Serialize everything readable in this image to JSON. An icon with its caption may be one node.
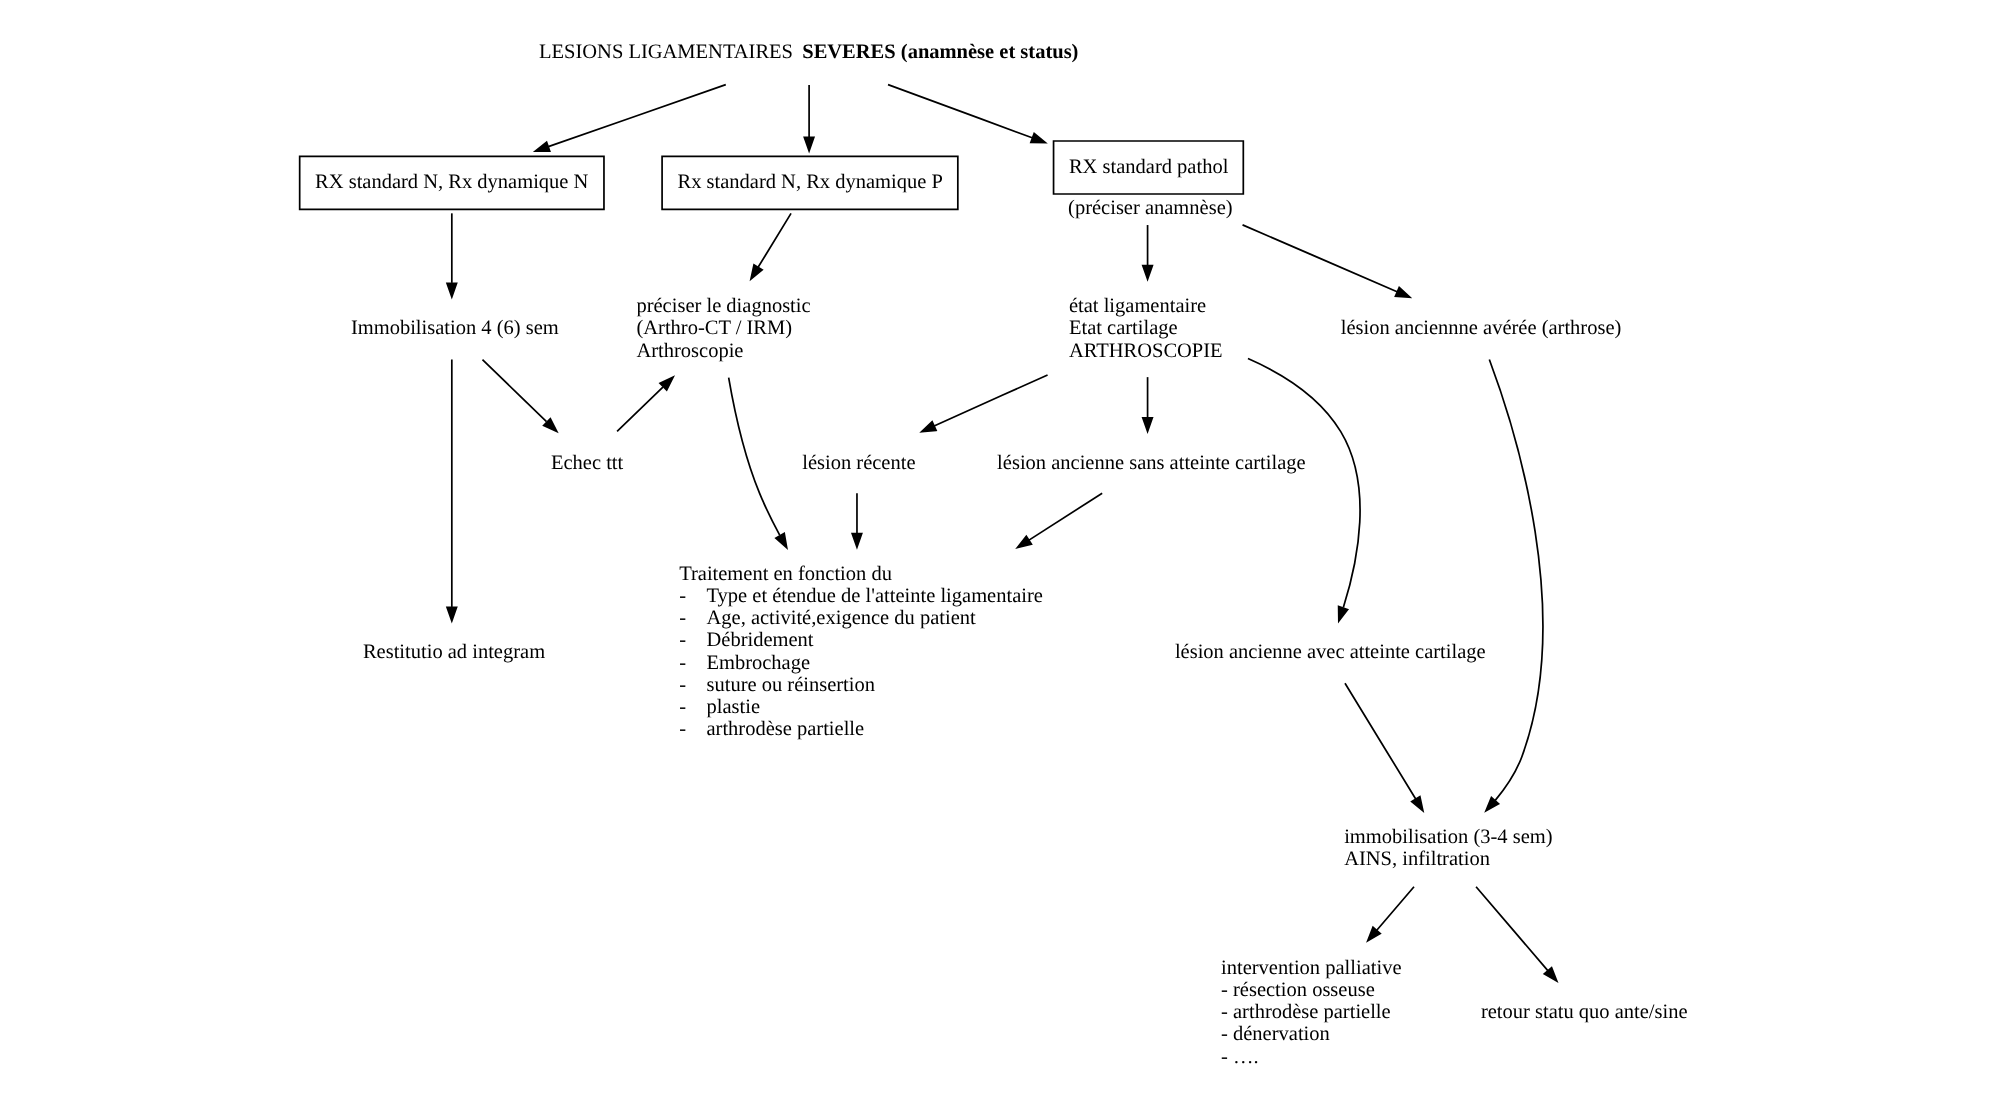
{
  "diagram": {
    "nodes": [
      {
        "text": [
          "LESIONS LIGAMENTAIRES **SEVERES (anamnèse et status)**"
        ]
      },
      {
        "text": [
          "RX standard N, Rx dynamique N"
        ]
      },
      {
        "text": [
          "Rx standard N, Rx dynamique P"
        ]
      },
      {
        "text": [
          "RX standard pathol"
        ],
        "beside": [
          "(préciser anamnèse)"
        ]
      },
      {
        "text": [
          "Immobilisation 4 (6) sem"
        ]
      },
      {
        "text": [
          "Echec ttt"
        ]
      },
      {
        "text": [
          "préciser le diagnostic",
          "(Arthro-CT / IRM)",
          "Arthroscopie"
        ]
      },
      {
        "text": [
          "état ligamentaire",
          "Etat cartilage",
          "ARTHROSCOPIE"
        ]
      },
      {
        "text": [
          "lésion anciennne avérée (arthrose)"
        ]
      },
      {
        "text": [
          "Restitutio ad integram"
        ]
      },
      {
        "text": [
          "lésion récente"
        ]
      },
      {
        "text": [
          "lésion ancienne sans atteinte cartilage"
        ]
      },
      {
        "text": [
          "immobilisation (3-4 sem)",
          "AINS, infiltration"
        ]
      },
      {
        "text": [
          "lésion ancienne avec atteinte cartilage"
        ]
      },
      {
        "text": [
          "Traitement en fonction du",
          "-    Type et étendue de l'atteinte ligamentaire",
          "-    Age, activité,exigence du patient",
          "-    Débridement",
          "-    Embrochage",
          "-    suture ou réinsertion",
          "-    plastie",
          "-    arthrodèse partielle"
        ]
      },
      {
        "text": [
          "intervention palliative",
          "- résection osseuse",
          "- arthrodèse partielle",
          "- dénervation",
          "- …."
        ]
      },
      {
        "text": [
          "retour statu quo ante/sine"
        ]
      }
    ],
    "edges": [
      {
        "from": 0,
        "to": 1,
        "arrow": "to"
      },
      {
        "from": 0,
        "to": 2,
        "arrow": "to"
      },
      {
        "from": 0,
        "to": 3,
        "arrow": "to"
      },
      {
        "from": 1,
        "to": 4,
        "arrow": "to"
      },
      {
        "from": 2,
        "to": 6,
        "arrow": "to"
      },
      {
        "from": 3,
        "to": 7,
        "arrow": "to"
      },
      {
        "from": 3,
        "to": 8,
        "arrow": "to"
      },
      {
        "from": 4,
        "to": 5,
        "arrow": "to"
      },
      {
        "from": 5,
        "to": 6,
        "arrow": "to"
      },
      {
        "from": 4,
        "to": 9,
        "arrow": "to"
      },
      {
        "from": 6,
        "to": 14,
        "arrow": "to"
      },
      {
        "from": 7,
        "to": 10,
        "arrow": "to"
      },
      {
        "from": 7,
        "to": 11,
        "arrow": "to"
      },
      {
        "from": 7,
        "to": 13,
        "arrow": "to"
      },
      {
        "from": 8,
        "to": 12,
        "arrow": "to"
      },
      {
        "from": 10,
        "to": 14,
        "arrow": "to"
      },
      {
        "from": 11,
        "to": 14,
        "arrow": "to"
      },
      {
        "from": 13,
        "to": 12,
        "arrow": "to"
      },
      {
        "from": 12,
        "to": 15,
        "arrow": "to"
      },
      {
        "from": 12,
        "to": 16,
        "arrow": "to"
      }
    ]
  }
}
